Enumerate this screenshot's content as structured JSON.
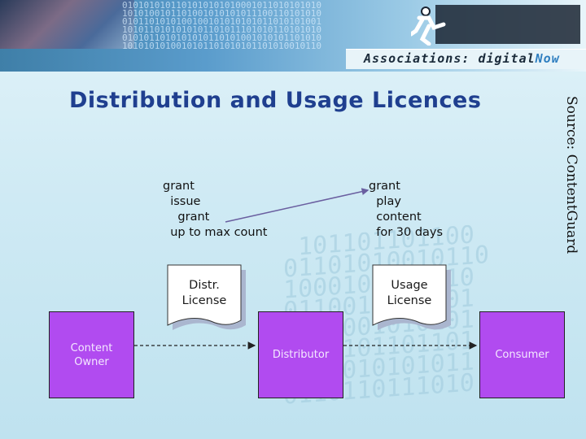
{
  "header": {
    "logo_prefix": "Associations:",
    "logo_digital": "digital",
    "logo_now": "Now"
  },
  "slide": {
    "title": "Distribution and Usage Licences",
    "source": "Source: ContentGuard"
  },
  "diagram": {
    "grant_left": "grant\n  issue\n    grant\n  up to max count",
    "grant_right": "grant\n  play\n  content\n  for 30 days",
    "distr_license": "Distr.\nLicense",
    "usage_license": "Usage\nLicense",
    "content_owner": "Content\nOwner",
    "distributor": "Distributor",
    "consumer": "Consumer"
  },
  "colors": {
    "node_fill": "#b14bf0",
    "title": "#1f3f8f",
    "arrow_line": "#6a5fa0"
  }
}
